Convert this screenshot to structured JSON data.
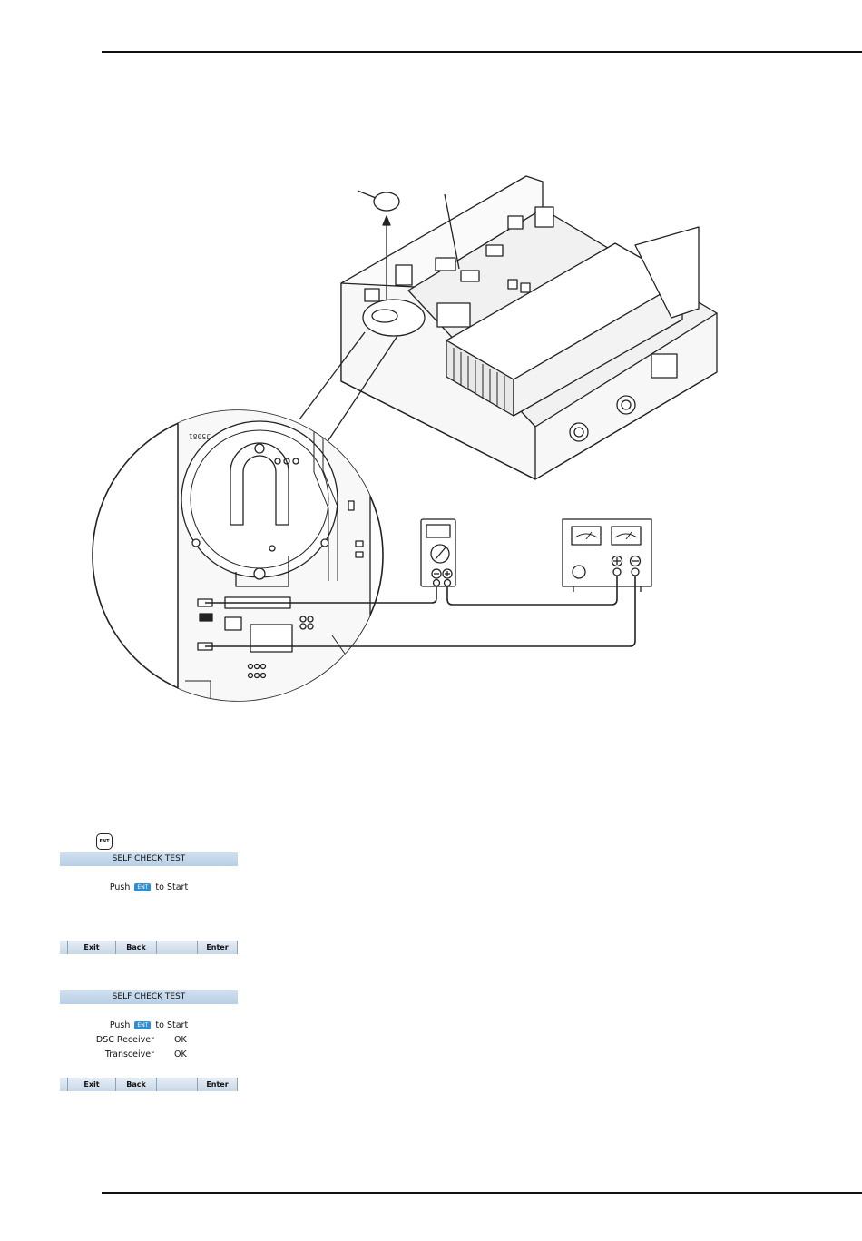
{
  "ent_key_label": "ENT",
  "screen1": {
    "title": "SELF CHECK TEST",
    "push": "Push",
    "ent": "ENT",
    "to_start": "to Start",
    "softkeys": [
      "Exit",
      "Back",
      "",
      "Enter"
    ]
  },
  "screen2": {
    "title": "SELF CHECK TEST",
    "push": "Push",
    "ent": "ENT",
    "to_start": "to Start",
    "results": [
      {
        "label": "DSC Receiver",
        "value": "OK"
      },
      {
        "label": "Transceiver",
        "value": "OK"
      }
    ],
    "softkeys": [
      "Exit",
      "Back",
      "",
      "Enter"
    ]
  },
  "pcb_marking": "J5081",
  "colors": {
    "title_bar": "#c0d5ea",
    "ent_chip": "#2f8fd3",
    "line": "#222222"
  }
}
